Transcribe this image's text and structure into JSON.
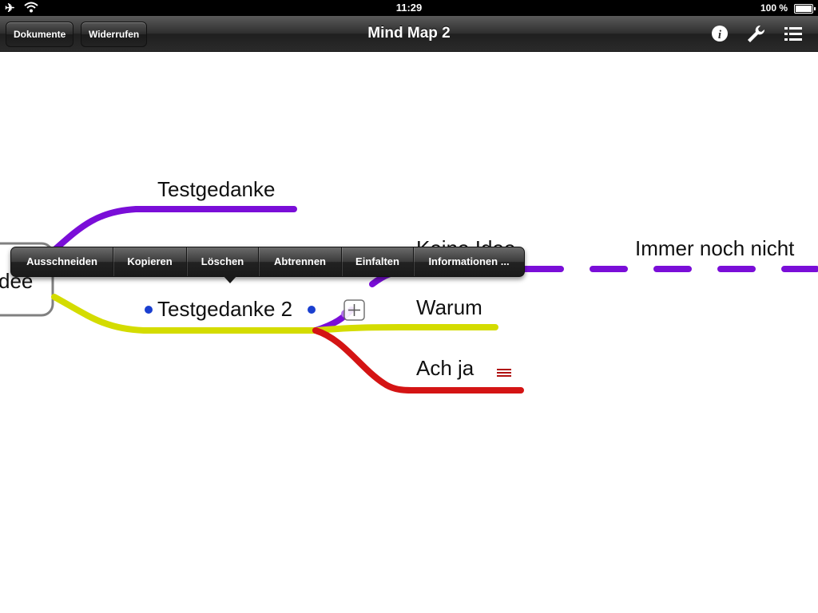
{
  "status_bar": {
    "time": "11:29",
    "battery": "100 %"
  },
  "navbar": {
    "title": "Mind Map 2",
    "documents_label": "Dokumente",
    "undo_label": "Widerrufen",
    "icons": [
      "info-icon",
      "wrench-icon",
      "list-icon"
    ]
  },
  "mindmap": {
    "central_partial": "dee",
    "nodes": {
      "testgedanke": "Testgedanke",
      "testgedanke2": "Testgedanke 2",
      "keine_idee": "Keine Idee",
      "immer_noch_nicht": "Immer noch nicht",
      "warum": "Warum",
      "ach_ja": "Ach ja"
    },
    "colors": {
      "purple": "#7a0ed8",
      "yellow": "#d4dc00",
      "red": "#d41414",
      "handle": "#1a3fd0"
    }
  },
  "context_menu": {
    "items": [
      "Ausschneiden",
      "Kopieren",
      "Löschen",
      "Abtrennen",
      "Einfalten",
      "Informationen ..."
    ]
  }
}
